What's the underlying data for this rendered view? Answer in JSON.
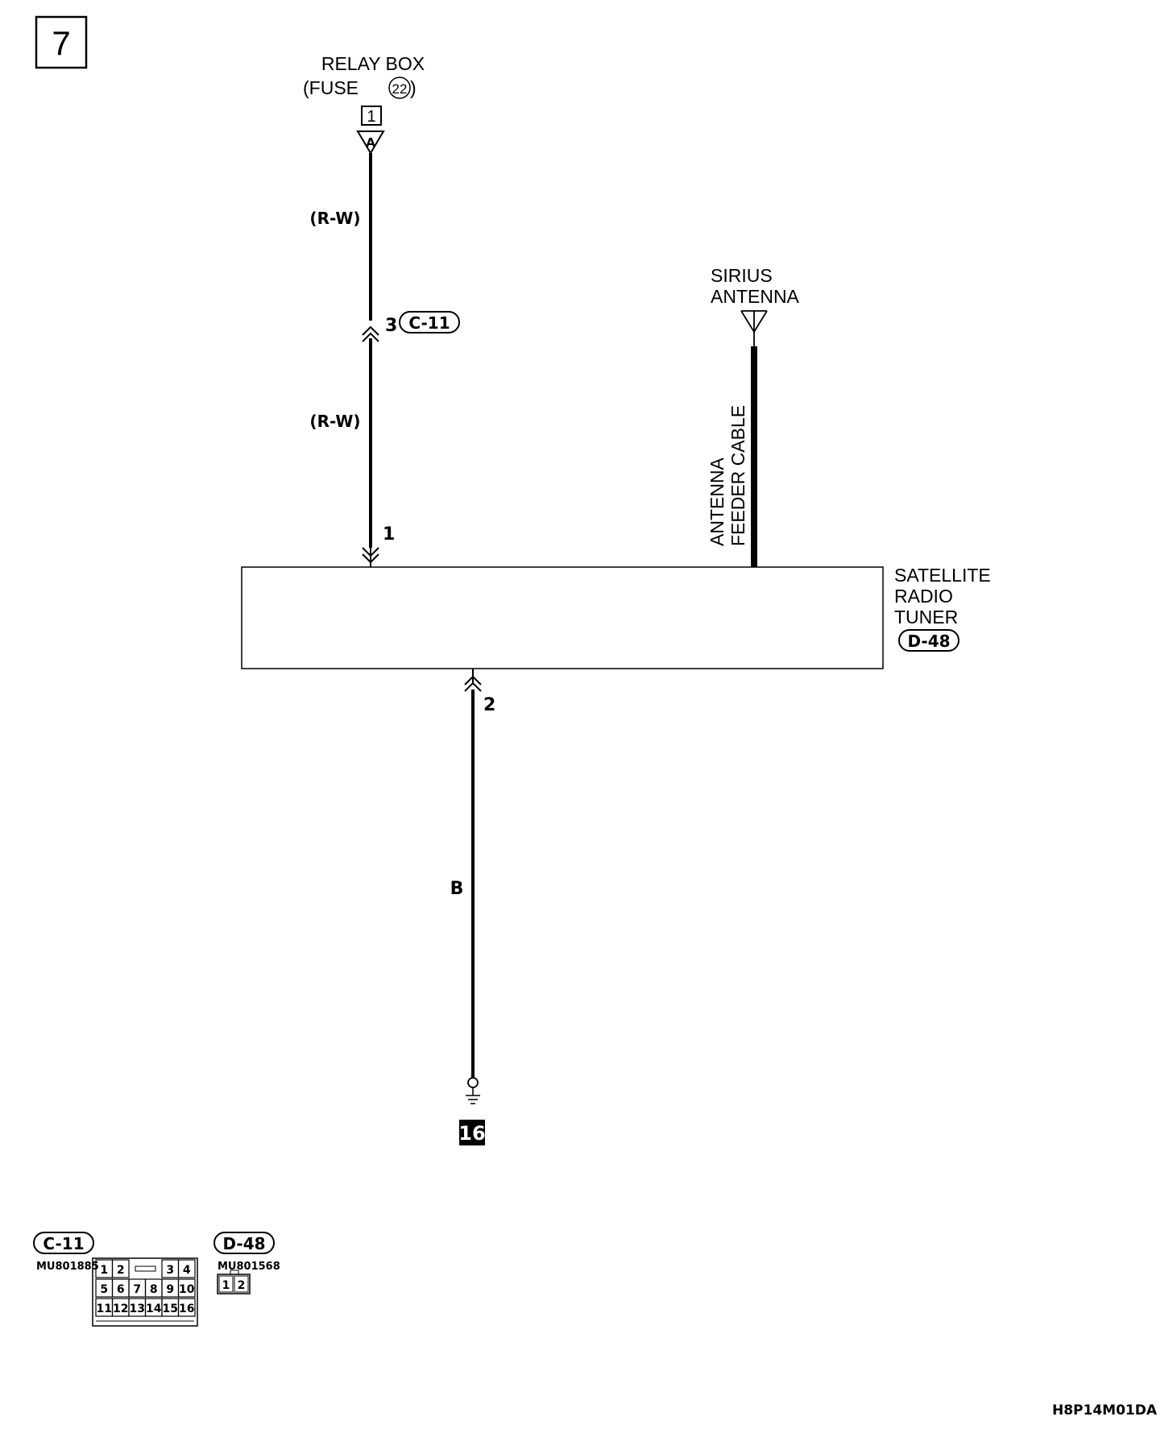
{
  "page_number": "7",
  "relay_box": {
    "line1": "RELAY BOX",
    "fuse_prefix": "(FUSE",
    "fuse_number": "22",
    "fuse_suffix": ")",
    "terminal_box": "1",
    "connector_letter": "A"
  },
  "wires": {
    "upper_color": "(R-W)",
    "lower_color": "(R-W)",
    "ground_color": "B",
    "antenna_cable_line1": "ANTENNA",
    "antenna_cable_line2": "FEEDER CABLE"
  },
  "connectors": {
    "c11_pin": "3",
    "c11_label": "C-11",
    "tuner_power_pin": "1",
    "tuner_ground_pin": "2"
  },
  "antenna": {
    "line1": "SIRIUS",
    "line2": "ANTENNA"
  },
  "tuner": {
    "line1": "SATELLITE",
    "line2": "RADIO",
    "line3": "TUNER",
    "connector": "D-48"
  },
  "ground": {
    "number": "16"
  },
  "connector_views": {
    "c11": {
      "label": "C-11",
      "part_number": "MU801885",
      "rows": [
        [
          "1",
          "2",
          "",
          "",
          "3",
          "4"
        ],
        [
          "5",
          "6",
          "7",
          "8",
          "9",
          "10"
        ],
        [
          "11",
          "12",
          "13",
          "14",
          "15",
          "16"
        ]
      ]
    },
    "d48": {
      "label": "D-48",
      "part_number": "MU801568",
      "pins": [
        "1",
        "2"
      ]
    }
  },
  "figure_code": "H8P14M01DA"
}
